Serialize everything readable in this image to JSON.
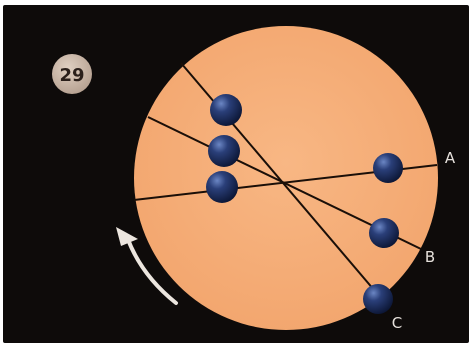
{
  "figure_number": "29",
  "points": {
    "a": "A",
    "b": "B",
    "c": "C"
  },
  "colors": {
    "background": "#0e0b0a",
    "disc": "#f6ad78",
    "badge_fill": "#cbb7a7",
    "badge_text": "#2a1f1a",
    "ball_base": "#14254f",
    "ball_highlight": "#5f78b3",
    "line": "#1a0f08",
    "arrow": "#ece6df",
    "label": "#e6e1dc"
  },
  "icons": {
    "rotation_arrow": "curved-arrow-icon"
  }
}
